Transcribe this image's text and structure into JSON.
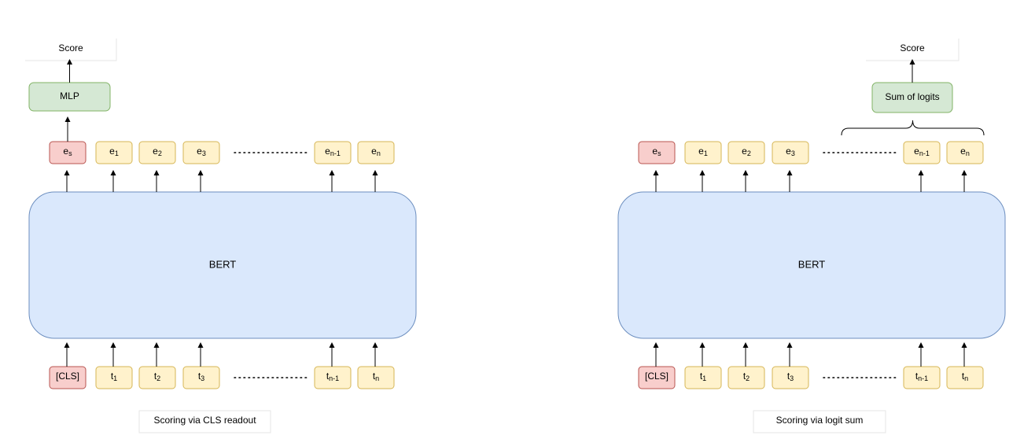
{
  "colors": {
    "bert_fill": "#dae8fc",
    "bert_stroke": "#6c8ebf",
    "special_fill": "#f8cecc",
    "special_stroke": "#b85450",
    "token_fill": "#fff2cc",
    "token_stroke": "#d6b656",
    "head_fill": "#d5e8d4",
    "head_stroke": "#82b366"
  },
  "panels": [
    {
      "name": "left",
      "bert_label": "BERT",
      "score_label": "Score",
      "head_label": "MLP",
      "caption": "Scoring via CLS readout",
      "outputs": [
        {
          "base": "e",
          "sub": "s",
          "special": true
        },
        {
          "base": "e",
          "sub": "1",
          "special": false
        },
        {
          "base": "e",
          "sub": "2",
          "special": false
        },
        {
          "base": "e",
          "sub": "3",
          "special": false
        },
        {
          "base": "e",
          "sub": "n-1",
          "special": false
        },
        {
          "base": "e",
          "sub": "n",
          "special": false
        }
      ],
      "inputs": [
        {
          "base": "[CLS]",
          "sub": "",
          "special": true
        },
        {
          "base": "t",
          "sub": "1",
          "special": false
        },
        {
          "base": "t",
          "sub": "2",
          "special": false
        },
        {
          "base": "t",
          "sub": "3",
          "special": false
        },
        {
          "base": "t",
          "sub": "n-1",
          "special": false
        },
        {
          "base": "t",
          "sub": "n",
          "special": false
        }
      ]
    },
    {
      "name": "right",
      "bert_label": "BERT",
      "score_label": "Score",
      "head_label": "Sum of logits",
      "caption": "Scoring via logit sum",
      "outputs": [
        {
          "base": "e",
          "sub": "s",
          "special": true
        },
        {
          "base": "e",
          "sub": "1",
          "special": false
        },
        {
          "base": "e",
          "sub": "2",
          "special": false
        },
        {
          "base": "e",
          "sub": "3",
          "special": false
        },
        {
          "base": "e",
          "sub": "n-1",
          "special": false
        },
        {
          "base": "e",
          "sub": "n",
          "special": false
        }
      ],
      "inputs": [
        {
          "base": "[CLS]",
          "sub": "",
          "special": true
        },
        {
          "base": "t",
          "sub": "1",
          "special": false
        },
        {
          "base": "t",
          "sub": "2",
          "special": false
        },
        {
          "base": "t",
          "sub": "3",
          "special": false
        },
        {
          "base": "t",
          "sub": "n-1",
          "special": false
        },
        {
          "base": "t",
          "sub": "n",
          "special": false
        }
      ]
    }
  ]
}
